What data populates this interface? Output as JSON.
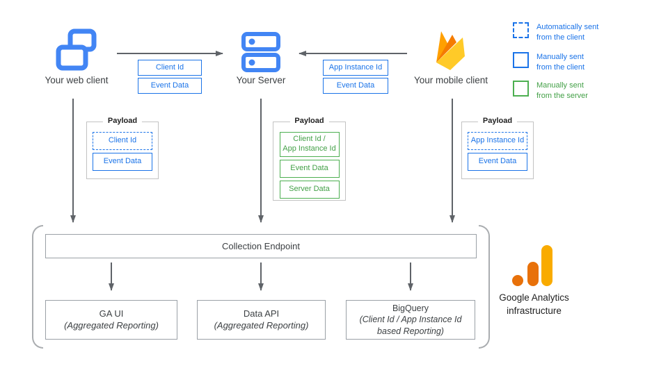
{
  "nodes": {
    "web": {
      "label": "Your web client",
      "icon": "browser-windows-icon"
    },
    "server": {
      "label": "Your Server",
      "icon": "server-stack-icon"
    },
    "mobile": {
      "label": "Your mobile client",
      "icon": "firebase-flame-icon"
    }
  },
  "flows": {
    "web_to_server": {
      "tags": [
        "Client Id",
        "Event Data"
      ]
    },
    "mobile_to_server": {
      "tags": [
        "App Instance Id",
        "Event Data"
      ]
    }
  },
  "legend": {
    "items": [
      {
        "label": "Automatically sent\nfrom the client",
        "swatch": "dashed-blue"
      },
      {
        "label": "Manually sent\nfrom the client",
        "swatch": "solid-blue"
      },
      {
        "label": "Manually sent\nfrom the server",
        "swatch": "solid-green"
      }
    ]
  },
  "payloads": {
    "web": {
      "title": "Payload",
      "items": [
        {
          "label": "Client Id",
          "style": "dashed-blue"
        },
        {
          "label": "Event Data",
          "style": "solid-blue"
        }
      ]
    },
    "server": {
      "title": "Payload",
      "items": [
        {
          "label": "Client Id /\nApp Instance Id",
          "style": "solid-green"
        },
        {
          "label": "Event Data",
          "style": "solid-green"
        },
        {
          "label": "Server Data",
          "style": "solid-green"
        }
      ]
    },
    "mobile": {
      "title": "Payload",
      "items": [
        {
          "label": "App Instance Id",
          "style": "dashed-blue"
        },
        {
          "label": "Event Data",
          "style": "solid-blue"
        }
      ]
    }
  },
  "infrastructure": {
    "endpoint": "Collection Endpoint",
    "outputs": [
      {
        "title": "GA UI",
        "subtitle": "(Aggregated Reporting)"
      },
      {
        "title": "Data API",
        "subtitle": "(Aggregated Reporting)"
      },
      {
        "title": "BigQuery",
        "subtitle": "(Client Id / App Instance Id\nbased Reporting)"
      }
    ],
    "brand": {
      "label": "Google Analytics\ninfrastructure",
      "icon": "google-analytics-logo"
    }
  },
  "colors": {
    "icon_blue": "#4285F4",
    "accent_blue": "#1A73E8",
    "accent_green": "#4CAF50",
    "arrow_gray": "#5F6368",
    "box_border_gray": "#9AA0A6",
    "firebase_yellow": "#FFCA28",
    "firebase_orange": "#FFA000",
    "firebase_dark_orange": "#F57C00",
    "ga_amber": "#F9AB00",
    "ga_orange": "#E8710A",
    "text_dark": "#3C4043"
  }
}
